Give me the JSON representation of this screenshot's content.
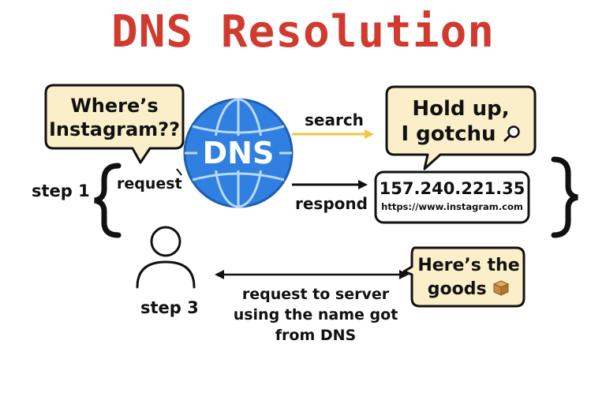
{
  "title": "DNS Resolution",
  "colors": {
    "title": "#d13a2f",
    "bubble_fill": "#fbefc9",
    "globe_blue": "#2f80e0",
    "search_arrow": "#f3c544",
    "ink": "#111111"
  },
  "bubbles": {
    "question": [
      "Where’s",
      "Instagram??"
    ],
    "dns_reply": [
      "Hold up,",
      "I gotchu"
    ],
    "goods": [
      "Here’s the",
      "goods"
    ]
  },
  "dns_label": "DNS",
  "labels": {
    "request": "request",
    "search": "search",
    "respond": "respond",
    "step1": "step 1",
    "step3": "step 3",
    "server_request": [
      "request to server",
      "using the name got",
      "from DNS"
    ]
  },
  "result": {
    "ip": "157.240.221.35",
    "url": "https://www.instagram.com"
  },
  "icons": [
    "magnifier-icon",
    "package-icon",
    "user-icon",
    "globe-icon"
  ]
}
